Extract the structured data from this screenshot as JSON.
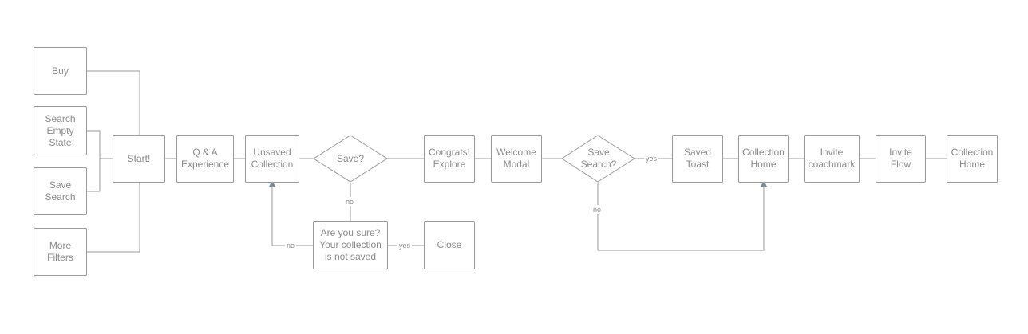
{
  "nodes": {
    "buy": "Buy",
    "search_empty_state": "Search\nEmpty\nState",
    "save_search": "Save\nSearch",
    "more_filters": "More\nFilters",
    "start": "Start!",
    "qa_experience": "Q & A\nExperience",
    "unsaved_collection": "Unsaved\nCollection",
    "save_decision": "Save?",
    "are_you_sure": "Are you sure?\nYour collection\nis not saved",
    "close": "Close",
    "congrats_explore": "Congrats!\nExplore",
    "welcome_modal": "Welcome\nModal",
    "save_search_decision": "Save\nSearch?",
    "saved_toast": "Saved\nToast",
    "collection_home_1": "Collection\nHome",
    "invite_coachmark": "Invite\ncoachmark",
    "invite_flow": "Invite\nFlow",
    "collection_home_2": "Collection\nHome"
  },
  "edge_labels": {
    "save_no": "no",
    "sure_no": "no",
    "sure_yes": "yes",
    "search_yes": "yes",
    "search_no": "no"
  },
  "colors": {
    "stroke": "#9a9a9a",
    "arrow": "#7b8a97",
    "text": "#8a8a8a"
  }
}
